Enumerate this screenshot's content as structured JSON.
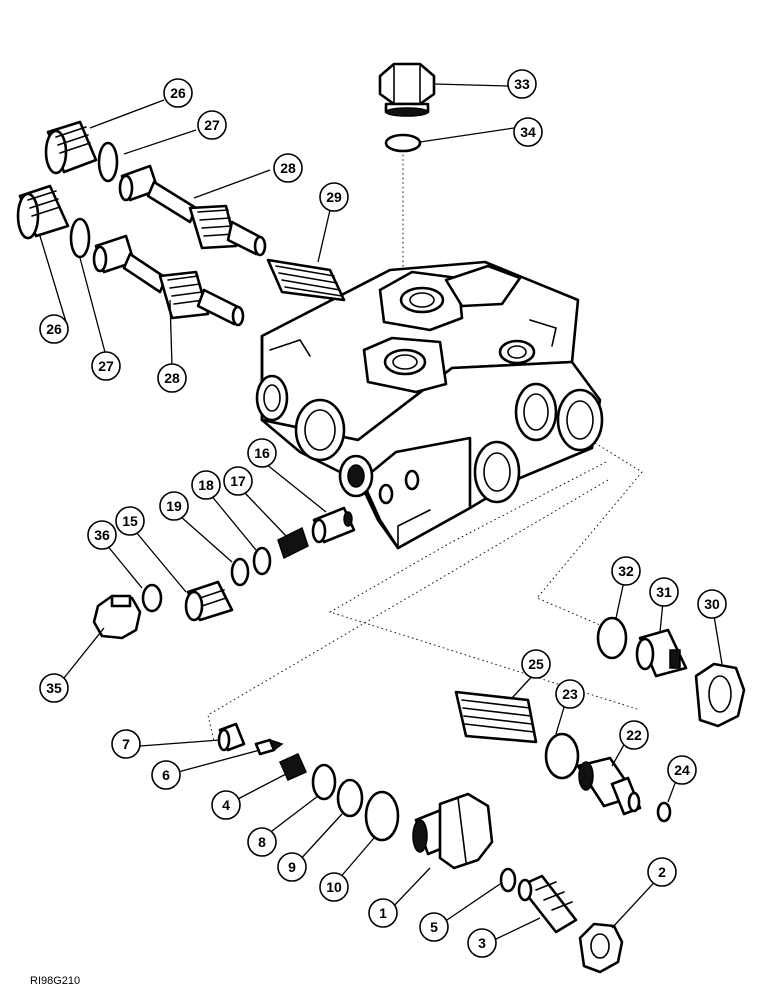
{
  "drawing_code": "RI98G210",
  "callouts": {
    "c1": "1",
    "c2": "2",
    "c3": "3",
    "c4": "4",
    "c5": "5",
    "c6": "6",
    "c7": "7",
    "c8": "8",
    "c9": "9",
    "c10": "10",
    "c15": "15",
    "c16": "16",
    "c17": "17",
    "c18": "18",
    "c19": "19",
    "c22": "22",
    "c23": "23",
    "c24": "24",
    "c25": "25",
    "c26a": "26",
    "c26b": "26",
    "c27a": "27",
    "c27b": "27",
    "c28a": "28",
    "c28b": "28",
    "c29": "29",
    "c30": "30",
    "c31": "31",
    "c32": "32",
    "c33": "33",
    "c34": "34",
    "c35": "35",
    "c36": "36"
  }
}
